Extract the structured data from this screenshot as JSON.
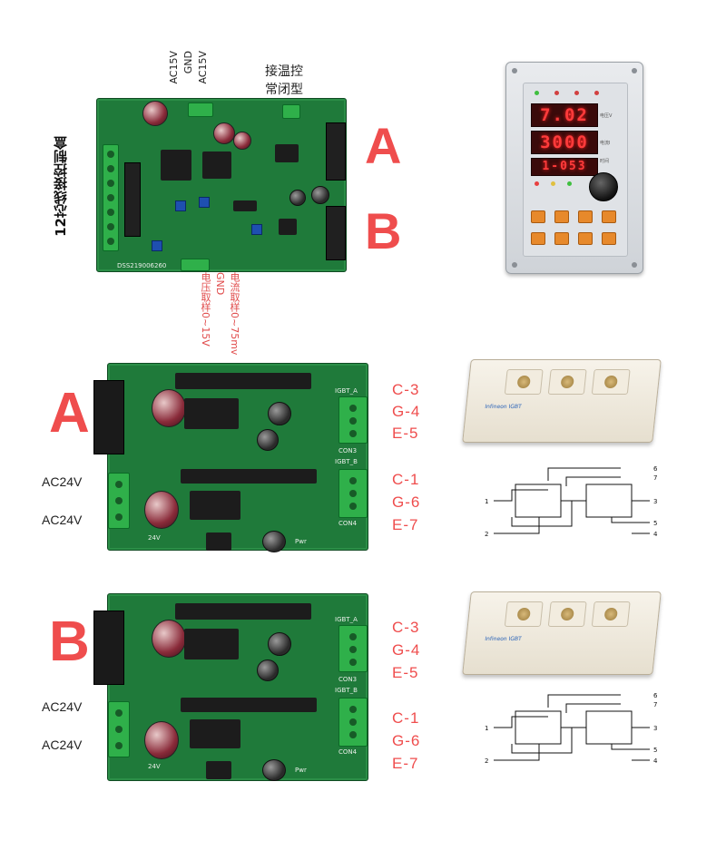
{
  "labels": {
    "top_ac15v_1": "AC15V",
    "top_gnd": "GND",
    "top_ac15v_2": "AC15V",
    "temp_ctrl_line1": "接温控",
    "temp_ctrl_line2": "常闭型",
    "side_12core": "12芯线接控制盒",
    "current_sample": "电流取样0~75mv",
    "gnd_bottom": "GND",
    "voltage_sample": "电压取样0~15V",
    "board_a_letter": "A",
    "board_b_letter": "B",
    "driver_a_letter": "A",
    "driver_b_letter": "B",
    "ac24v_a1": "AC24V",
    "ac24v_a2": "AC24V",
    "ac24v_b1": "AC24V",
    "ac24v_b2": "AC24V",
    "pins_a": [
      "C-3",
      "G-4",
      "E-5",
      "C-1",
      "G-6",
      "E-7"
    ],
    "pins_b": [
      "C-3",
      "G-4",
      "E-5",
      "C-1",
      "G-6",
      "E-7"
    ]
  },
  "controller": {
    "display_1": "7.02",
    "display_2": "3000",
    "display_3": "1-053",
    "label_voltage": "电压V",
    "label_current": "电流I",
    "label_time": "时间"
  },
  "main_board": {
    "serial": "DSS219006260"
  },
  "driver_board": {
    "silk_con3": "CON3",
    "silk_con4": "CON4",
    "silk_igbt_a": "IGBT_A",
    "silk_igbt_b": "IGBT_B",
    "silk_24v": "24V",
    "silk_pwr": "Pwr"
  },
  "igbt_module": {
    "label": "Infineon IGBT"
  },
  "schematic": {
    "pins": [
      "6",
      "7",
      "1",
      "3",
      "5",
      "2",
      "4"
    ]
  },
  "colors": {
    "accent_red": "#ef4d4d",
    "pcb_green": "#1f7a3a",
    "terminal_green": "#2fb04a",
    "led_red": "#ff3b3b"
  }
}
